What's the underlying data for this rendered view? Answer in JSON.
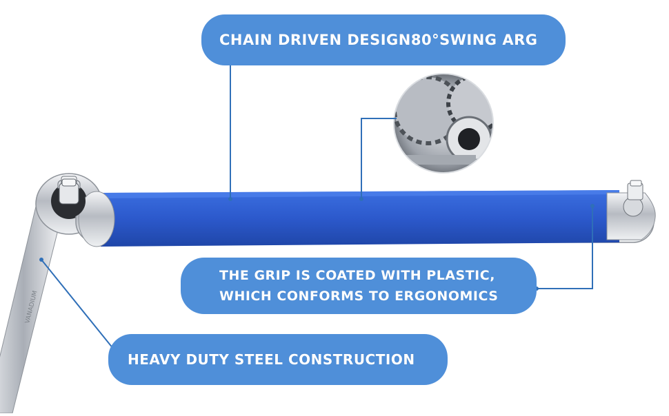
{
  "callouts": {
    "top": "CHAIN DRIVEN DESIGN80°SWING ARG",
    "middle_line1": "THE GRIP IS COATED WITH PLASTIC,",
    "middle_line2": "WHICH CONFORMS TO ERGONOMICS",
    "bottom": "HEAVY DUTY STEEL CONSTRUCTION"
  },
  "wrench_engraving": "VANADIUM",
  "colors": {
    "callout_bg": "#4f8fd9",
    "bar_blue": "#2f5fd0",
    "leader_line": "#2f6fb8",
    "steel": "#c9ccd1"
  }
}
